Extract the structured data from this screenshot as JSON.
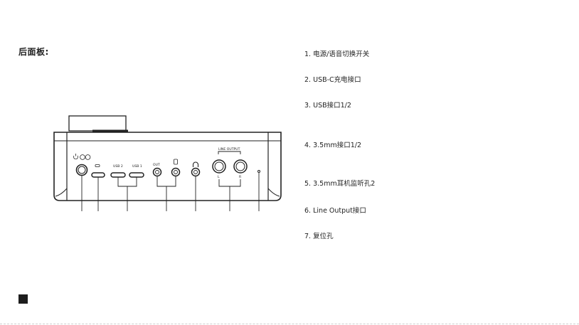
{
  "heading": "后面板:",
  "panel_labels": {
    "usb2": "USB 2",
    "usb1": "USB 1",
    "out": "OUT",
    "line_output": "LINE OUTPUT",
    "l": "L",
    "r": "R"
  },
  "features": [
    {
      "num": "1.",
      "text": "电源/语音切换开关"
    },
    {
      "num": "2.",
      "text": "USB-C充电接口"
    },
    {
      "num": "3.",
      "text": "USB接口1/2"
    },
    {
      "num": "4.",
      "text": "3.5mm接口1/2"
    },
    {
      "num": "5.",
      "text": "3.5mm耳机监听孔2"
    },
    {
      "num": "6.",
      "text": "Line Output接口"
    },
    {
      "num": "7.",
      "text": "复位孔"
    }
  ]
}
